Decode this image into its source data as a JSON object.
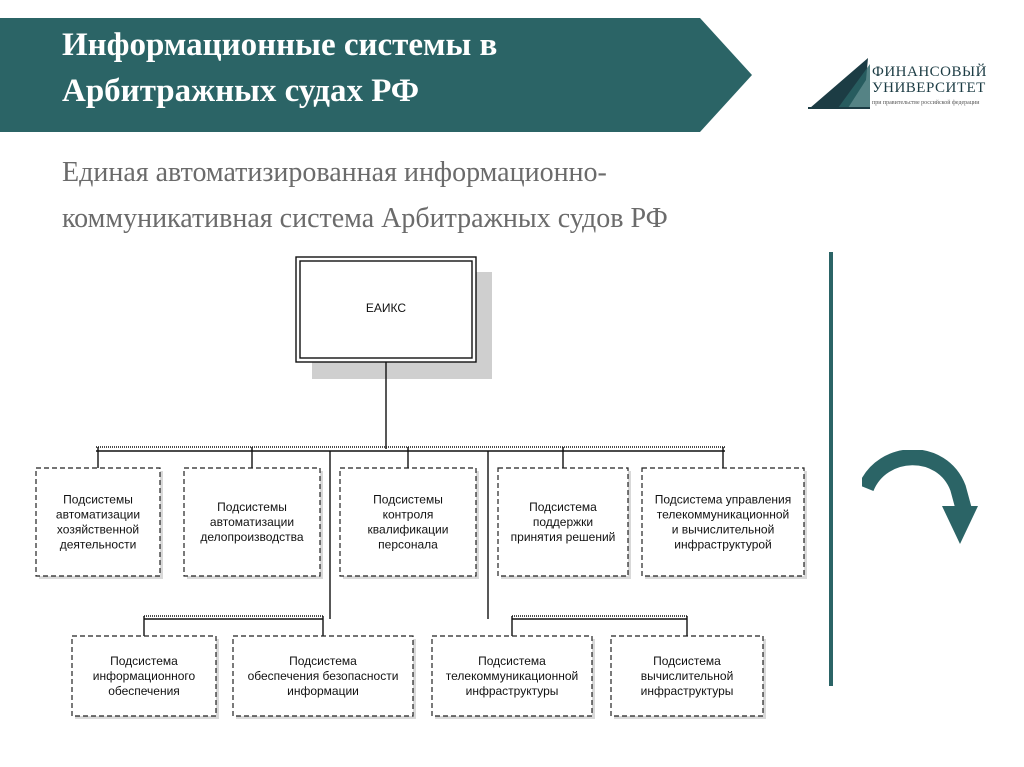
{
  "header": {
    "title_line1": "Информационные системы в",
    "title_line2": "Арбитражных судах РФ",
    "banner_color": "#2b6466"
  },
  "logo": {
    "line1": "ФИНАНСОВЫЙ",
    "line2": "УНИВЕРСИТЕТ",
    "line3": "при правительстве российской федерации"
  },
  "subtitle": {
    "line1": "Единая автоматизированная информационно-",
    "line2": "коммуникативная система Арбитражных судов РФ"
  },
  "diagram": {
    "root": {
      "label": [
        "ЕАИКС"
      ]
    },
    "row1": [
      {
        "label": [
          "Подсистемы",
          "автоматизации",
          "хозяйственной",
          "деятельности"
        ]
      },
      {
        "label": [
          "Подсистемы",
          "автоматизации",
          "делопроизводства"
        ]
      },
      {
        "label": [
          "Подсистемы",
          "контроля",
          "квалификации",
          "персонала"
        ]
      },
      {
        "label": [
          "Подсистема",
          "поддержки",
          "принятия решений"
        ]
      },
      {
        "label": [
          "Подсистема управления",
          "телекоммуникационной",
          "и вычислительной",
          "инфраструктурой"
        ]
      }
    ],
    "row2": [
      {
        "label": [
          "Подсистема",
          "информационного",
          "обеспечения"
        ]
      },
      {
        "label": [
          "Подсистема",
          "обеспечения безопасности",
          "информации"
        ]
      },
      {
        "label": [
          "Подсистема",
          "телекоммуникационной",
          "инфраструктуры"
        ]
      },
      {
        "label": [
          "Подсистема",
          "вычислительной",
          "инфраструктуры"
        ]
      }
    ]
  },
  "decoration": {
    "arrow_icon": "curved-arrow-down-icon",
    "accent_color": "#2b6466"
  }
}
